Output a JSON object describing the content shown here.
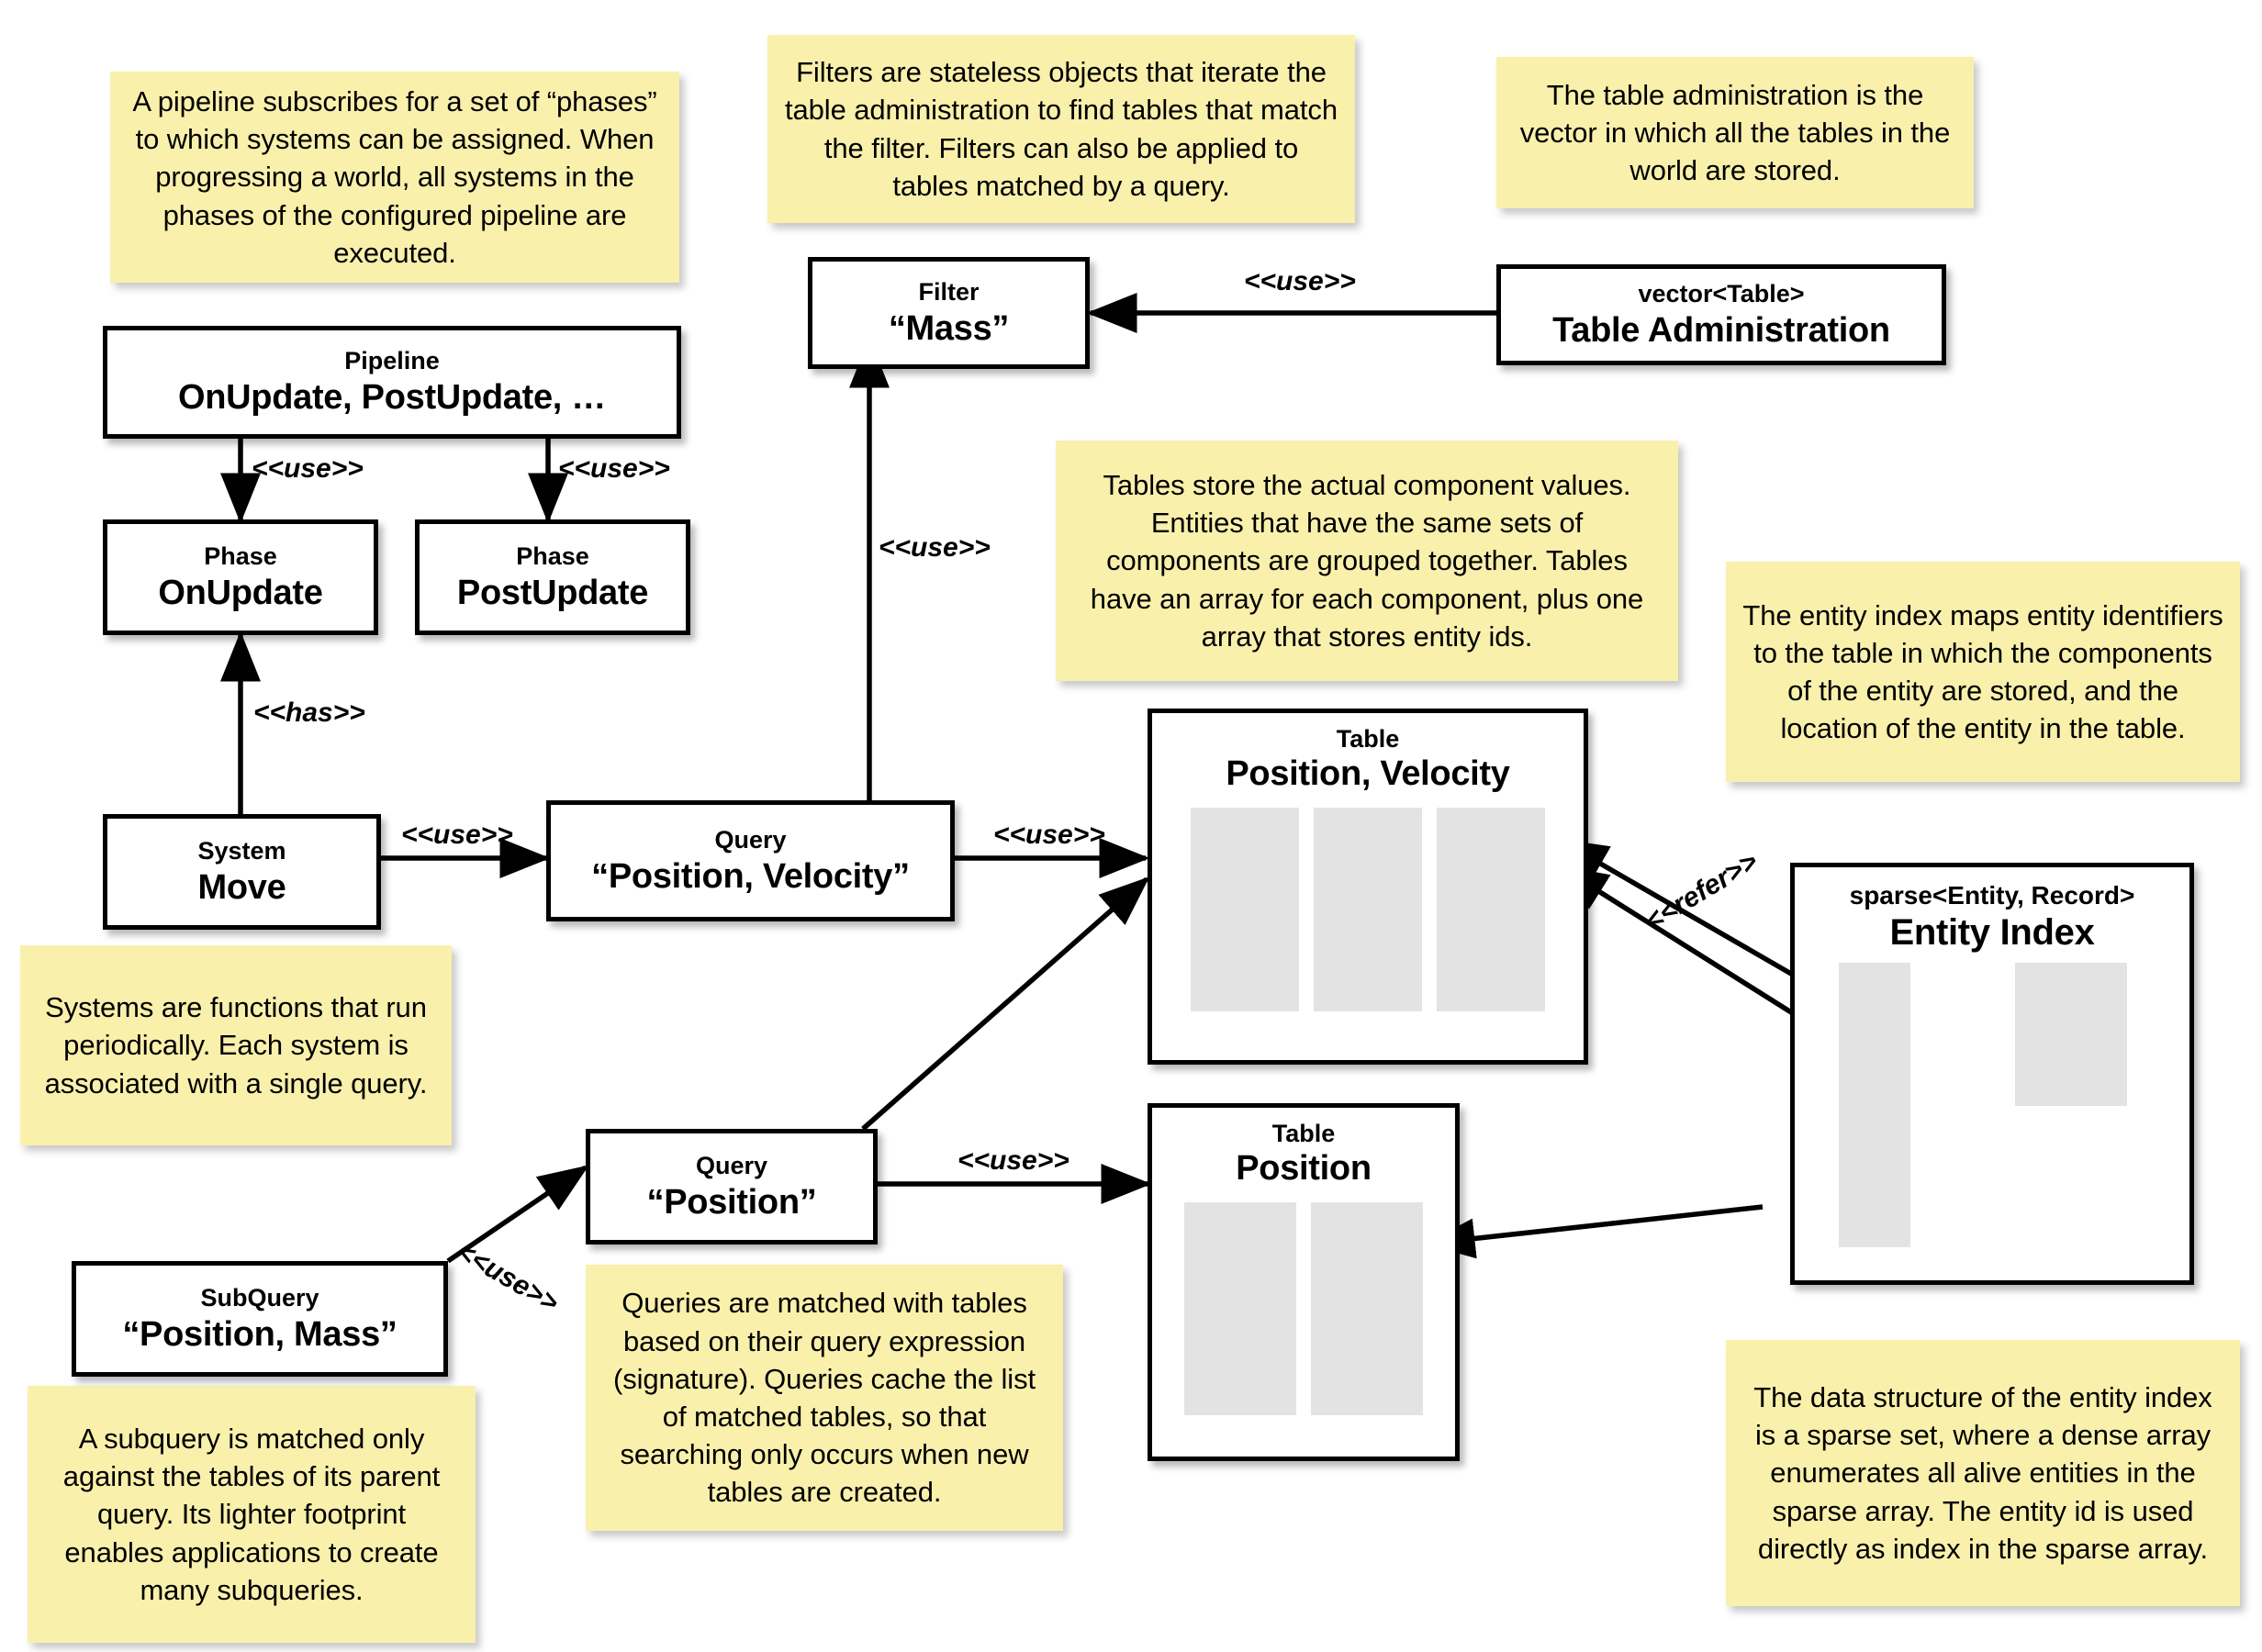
{
  "diagram": {
    "title": "ECS architecture diagram",
    "colors": {
      "note_background": "#f9f0ac",
      "box_background": "#ffffff",
      "box_border": "#000000",
      "column_fill": "#e3e3e3",
      "page_background": "#ffffff"
    }
  },
  "boxes": {
    "pipeline": {
      "kind": "Pipeline",
      "name": "OnUpdate, PostUpdate, …"
    },
    "phase_on": {
      "kind": "Phase",
      "name": "OnUpdate"
    },
    "phase_post": {
      "kind": "Phase",
      "name": "PostUpdate"
    },
    "system": {
      "kind": "System",
      "name": "Move"
    },
    "query_pv": {
      "kind": "Query",
      "name": "“Position, Velocity”"
    },
    "query_p": {
      "kind": "Query",
      "name": "“Position”"
    },
    "subquery": {
      "kind": "SubQuery",
      "name": "“Position, Mass”"
    },
    "filter": {
      "kind": "Filter",
      "name": "“Mass”"
    },
    "table_admin": {
      "kind": "vector<Table>",
      "name": "Table Administration"
    },
    "table_pv": {
      "kind": "Table",
      "name": "Position, Velocity",
      "columns": 3
    },
    "table_p": {
      "kind": "Table",
      "name": "Position",
      "columns": 2
    },
    "entity_index": {
      "kind": "sparse<Entity, Record>",
      "name": "Entity Index"
    }
  },
  "edge_labels": {
    "pipeline_to_phase_on": "<<use>>",
    "pipeline_to_phase_post": "<<use>>",
    "system_to_phase_on": "<<has>>",
    "system_to_query_pv": "<<use>>",
    "query_pv_to_filter": "<<use>>",
    "table_admin_to_filter": "<<use>>",
    "query_pv_to_table_pv": "<<use>>",
    "query_p_to_table_p": "<<use>>",
    "subquery_to_query_p": "<<use>>",
    "entity_index_to_table_pv": "<<refer>>"
  },
  "notes": {
    "pipeline": "A pipeline subscribes for a set of “phases” to which systems can be assigned. When progressing a world, all systems in the phases of the configured pipeline are executed.",
    "filter": "Filters are stateless objects that iterate the table administration to find tables that match the filter. Filters can also be applied to tables matched by a query.",
    "table_admin": "The table administration is the vector in which all the tables in the world are stored.",
    "tables": "Tables store the actual component values. Entities that have the same sets of components are grouped together. Tables have an array for each component, plus one array that stores entity ids.",
    "entity_index": "The entity index maps entity identifiers to the table in which the components of the entity are stored, and the location of the entity in the table.",
    "systems": "Systems are functions that run periodically. Each system is associated with a single query.",
    "queries": "Queries are matched with tables based on their query expression (signature). Queries cache the list of matched tables, so that searching only occurs when new tables are created.",
    "subquery": "A subquery is matched only against the tables of its parent query. Its lighter footprint enables applications to create many subqueries.",
    "sparse_set": "The data structure of the entity index is a sparse set, where a dense array enumerates all alive entities in the sparse array. The entity id is used directly as index in the sparse array."
  }
}
